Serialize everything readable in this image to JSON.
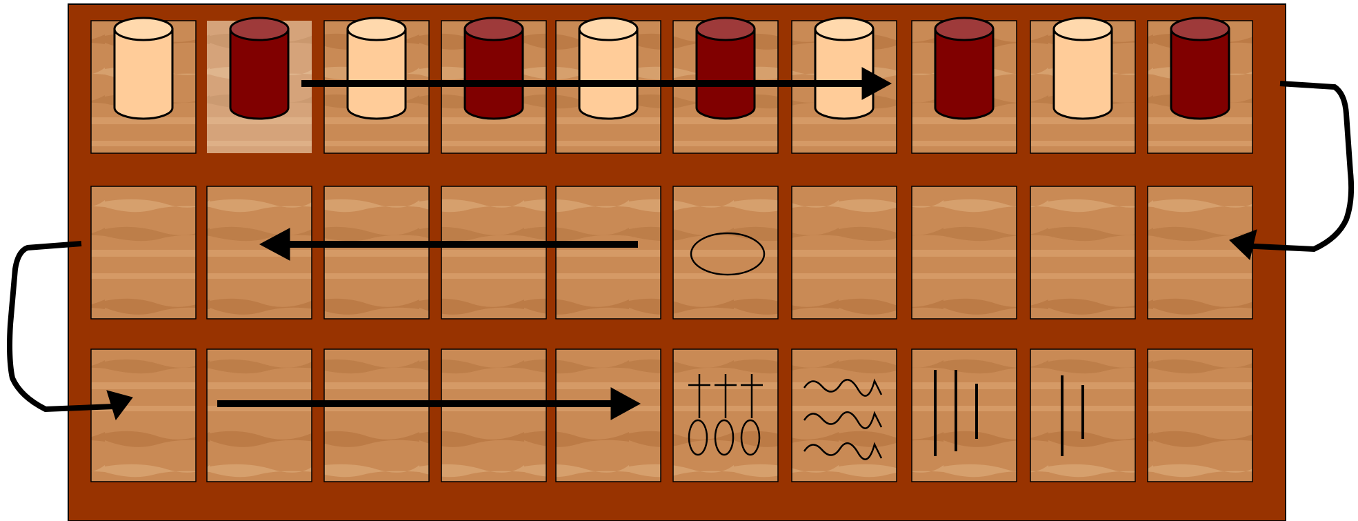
{
  "game": {
    "board_color": "#983300",
    "square_color": "#c98a55",
    "grain_color": "#a8622e",
    "light_piece_color": "#ffcc99",
    "dark_piece_color": "#800000",
    "rows": [
      {
        "id": "top-row",
        "direction": "left-to-right",
        "squares": [
          {
            "symbol": "none",
            "piece": "light"
          },
          {
            "symbol": "none",
            "piece": "dark",
            "highlighted": true
          },
          {
            "symbol": "none",
            "piece": "light"
          },
          {
            "symbol": "none",
            "piece": "dark"
          },
          {
            "symbol": "none",
            "piece": "light"
          },
          {
            "symbol": "none",
            "piece": "dark"
          },
          {
            "symbol": "none",
            "piece": "light"
          },
          {
            "symbol": "none",
            "piece": "dark"
          },
          {
            "symbol": "none",
            "piece": "light"
          },
          {
            "symbol": "none",
            "piece": "dark"
          }
        ]
      },
      {
        "id": "middle-row",
        "direction": "right-to-left",
        "squares": [
          {
            "symbol": "none"
          },
          {
            "symbol": "none"
          },
          {
            "symbol": "none"
          },
          {
            "symbol": "none"
          },
          {
            "symbol": "none"
          },
          {
            "symbol": "ellipse"
          },
          {
            "symbol": "none"
          },
          {
            "symbol": "none"
          },
          {
            "symbol": "none"
          },
          {
            "symbol": "none"
          }
        ]
      },
      {
        "id": "bottom-row",
        "direction": "left-to-right",
        "squares": [
          {
            "symbol": "none"
          },
          {
            "symbol": "none"
          },
          {
            "symbol": "none"
          },
          {
            "symbol": "none"
          },
          {
            "symbol": "none"
          },
          {
            "symbol": "three-ankh"
          },
          {
            "symbol": "three-waves"
          },
          {
            "symbol": "three-strokes"
          },
          {
            "symbol": "two-strokes"
          },
          {
            "symbol": "none"
          }
        ]
      }
    ],
    "path_arrows": [
      "row-1-right",
      "turn-right-down",
      "row-2-left",
      "turn-left-down",
      "row-3-right"
    ]
  }
}
